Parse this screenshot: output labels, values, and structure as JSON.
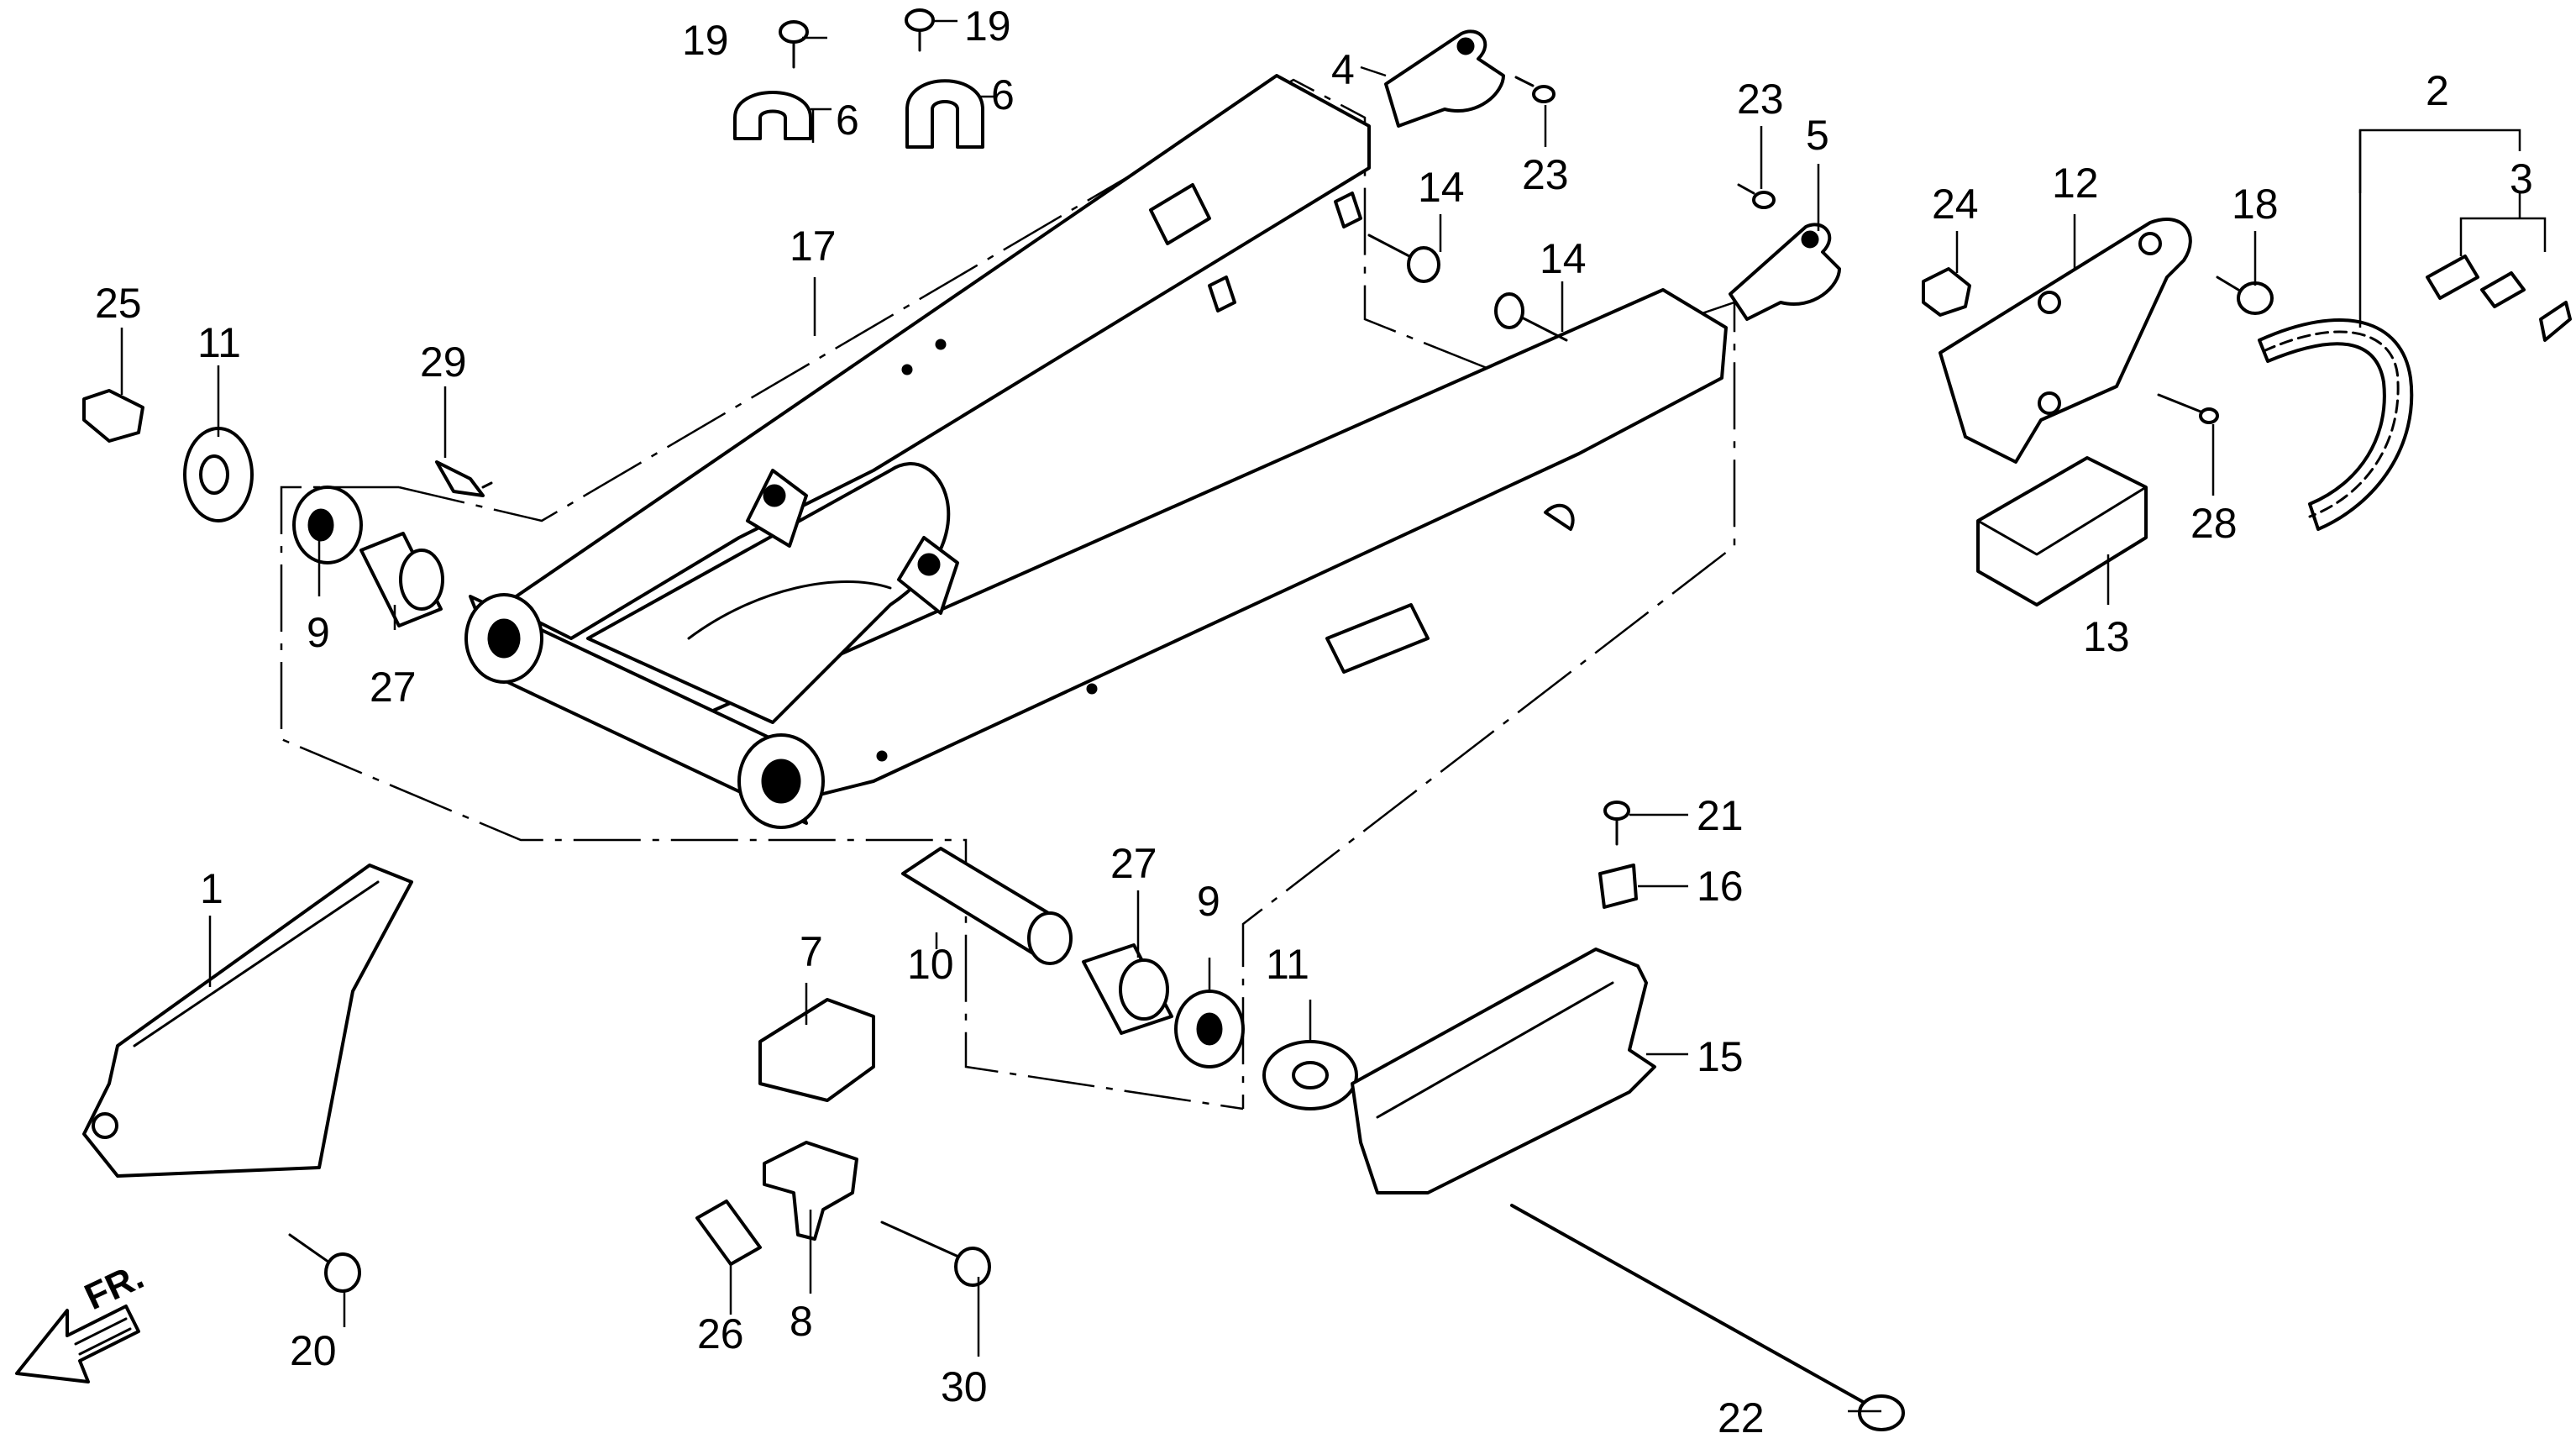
{
  "diagram": {
    "callouts": [
      {
        "id": "c1",
        "text": "1"
      },
      {
        "id": "c2",
        "text": "2"
      },
      {
        "id": "c3",
        "text": "3"
      },
      {
        "id": "c4",
        "text": "4"
      },
      {
        "id": "c5",
        "text": "5"
      },
      {
        "id": "c6a",
        "text": "6"
      },
      {
        "id": "c6b",
        "text": "6"
      },
      {
        "id": "c7",
        "text": "7"
      },
      {
        "id": "c8",
        "text": "8"
      },
      {
        "id": "c9a",
        "text": "9"
      },
      {
        "id": "c9b",
        "text": "9"
      },
      {
        "id": "c10",
        "text": "10"
      },
      {
        "id": "c11a",
        "text": "11"
      },
      {
        "id": "c11b",
        "text": "11"
      },
      {
        "id": "c12",
        "text": "12"
      },
      {
        "id": "c13",
        "text": "13"
      },
      {
        "id": "c14a",
        "text": "14"
      },
      {
        "id": "c14b",
        "text": "14"
      },
      {
        "id": "c15",
        "text": "15"
      },
      {
        "id": "c16",
        "text": "16"
      },
      {
        "id": "c17",
        "text": "17"
      },
      {
        "id": "c18",
        "text": "18"
      },
      {
        "id": "c19a",
        "text": "19"
      },
      {
        "id": "c19b",
        "text": "19"
      },
      {
        "id": "c20",
        "text": "20"
      },
      {
        "id": "c21",
        "text": "21"
      },
      {
        "id": "c22",
        "text": "22"
      },
      {
        "id": "c23a",
        "text": "23"
      },
      {
        "id": "c23b",
        "text": "23"
      },
      {
        "id": "c24",
        "text": "24"
      },
      {
        "id": "c25",
        "text": "25"
      },
      {
        "id": "c26",
        "text": "26"
      },
      {
        "id": "c27a",
        "text": "27"
      },
      {
        "id": "c27b",
        "text": "27"
      },
      {
        "id": "c28",
        "text": "28"
      },
      {
        "id": "c29",
        "text": "29"
      },
      {
        "id": "c30",
        "text": "30"
      }
    ],
    "direction_label": "FR."
  }
}
